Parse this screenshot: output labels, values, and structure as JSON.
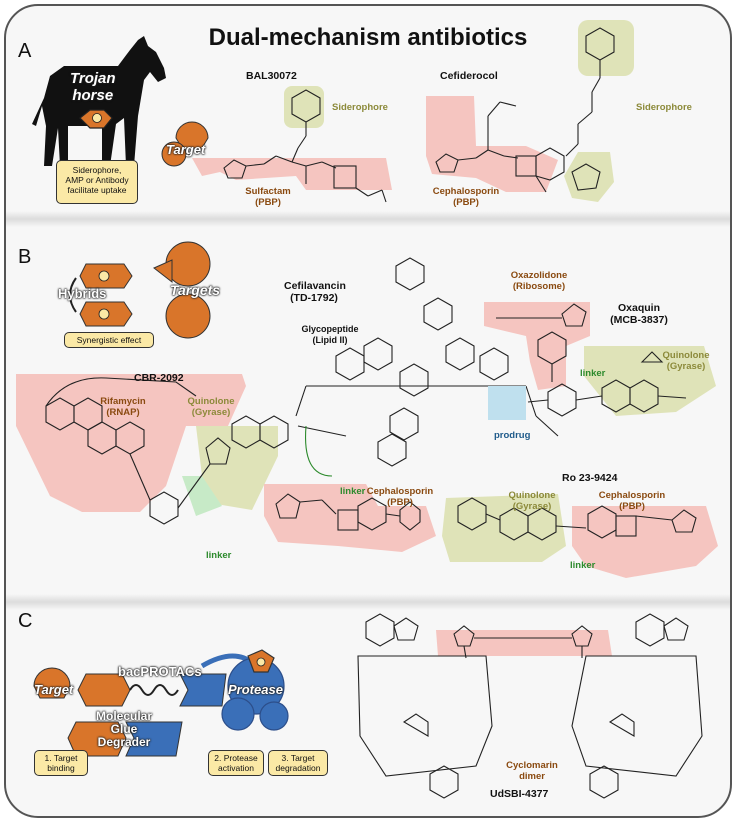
{
  "title": "Dual-mechanism antibiotics",
  "sections": {
    "a": "A",
    "b": "B",
    "c": "C"
  },
  "panel_a": {
    "trojan": "Trojan horse",
    "trojan_line1": "Trojan",
    "trojan_line2": "horse",
    "uptake": [
      "Siderophore,",
      "AMP or Antibody",
      "facilitate uptake"
    ],
    "target": "Target",
    "bal_name": "BAL30072",
    "bal_sid": "Siderophore",
    "bal_class": [
      "Sulfactam",
      "(PBP)"
    ],
    "cef_name": "Cefiderocol",
    "cef_sid": "Siderophore",
    "cef_class": [
      "Cephalosporin",
      "(PBP)"
    ]
  },
  "panel_b": {
    "hybrids": "Hybrids",
    "targets": "Targets",
    "synergy": "Synergistic effect",
    "cefila_name": [
      "Cefilavancin",
      "(TD-1792)"
    ],
    "glyco": [
      "Glycopeptide",
      "(Lipid II)"
    ],
    "oxazolidone": [
      "Oxazolidone",
      "(Ribosome)"
    ],
    "oxaquin_name": [
      "Oxaquin",
      "(MCB-3837)"
    ],
    "quin1": [
      "Quinolone",
      "(Gyrase)"
    ],
    "cbr_name": "CBR-2092",
    "rifa": [
      "Rifamycin",
      "(RNAP)"
    ],
    "quin2": [
      "Quinolone",
      "(Gyrase)"
    ],
    "ceph": [
      "Cephalosporin",
      "(PBP)"
    ],
    "ro_name": "Ro 23-9424",
    "quin3": [
      "Quinolone",
      "(Gyrase)"
    ],
    "ceph2": [
      "Cephalosporin",
      "(PBP)"
    ],
    "linker": "linker",
    "prodrug": "prodrug"
  },
  "panel_c": {
    "target": "Target",
    "protacs": "bacPROTACs",
    "glue": [
      "Molecular",
      "Glue",
      "Degrader"
    ],
    "protease": "Protease",
    "step1": [
      "1. Target",
      "binding"
    ],
    "step2": [
      "2. Protease",
      "activation"
    ],
    "step3": [
      "3. Target",
      "degradation"
    ],
    "cyclo": [
      "Cyclomarin",
      "dimer"
    ],
    "udsbi": "UdSBI-4377"
  },
  "colors": {
    "orange": "#d9752a",
    "blue": "#3a6fb8",
    "highlight_red": "#f5c5c0",
    "highlight_olive": "#dfe3b8",
    "box": "#fbe9a6"
  }
}
